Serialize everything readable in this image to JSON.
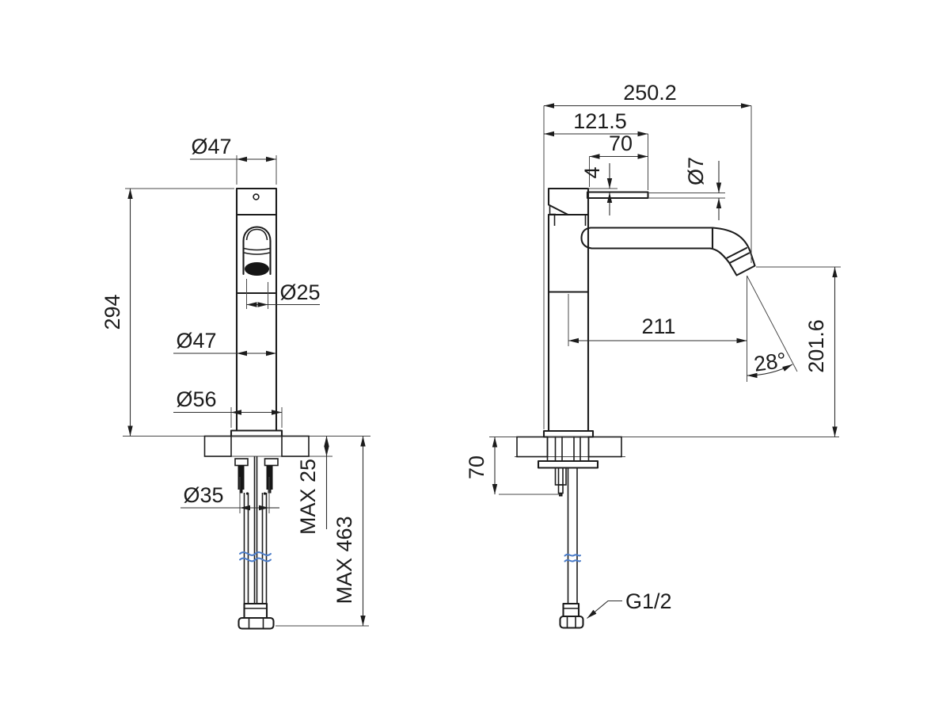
{
  "front_view": {
    "overall_height": "294",
    "top_diameter": "Ø47",
    "handle_diameter": "Ø25",
    "body_diameter": "Ø47",
    "base_diameter": "Ø56",
    "mounting_hole_diameter": "Ø35",
    "max_deck_thickness": "MAX 25",
    "max_below_deck": "MAX 463"
  },
  "side_view": {
    "overall_depth": "250.2",
    "handle_depth": "121.5",
    "lever_length": "70",
    "lever_top_offset": "4",
    "lever_diameter": "Ø7",
    "spout_reach": "211",
    "spout_angle": "28°",
    "spout_outlet_height": "201.6",
    "stud_length": "70",
    "connection_thread": "G1/2"
  },
  "colors": {
    "line": "#1c1c1c",
    "dimension": "#2e2e2e",
    "break_mark": "#4a7cc9",
    "background": "#ffffff"
  }
}
